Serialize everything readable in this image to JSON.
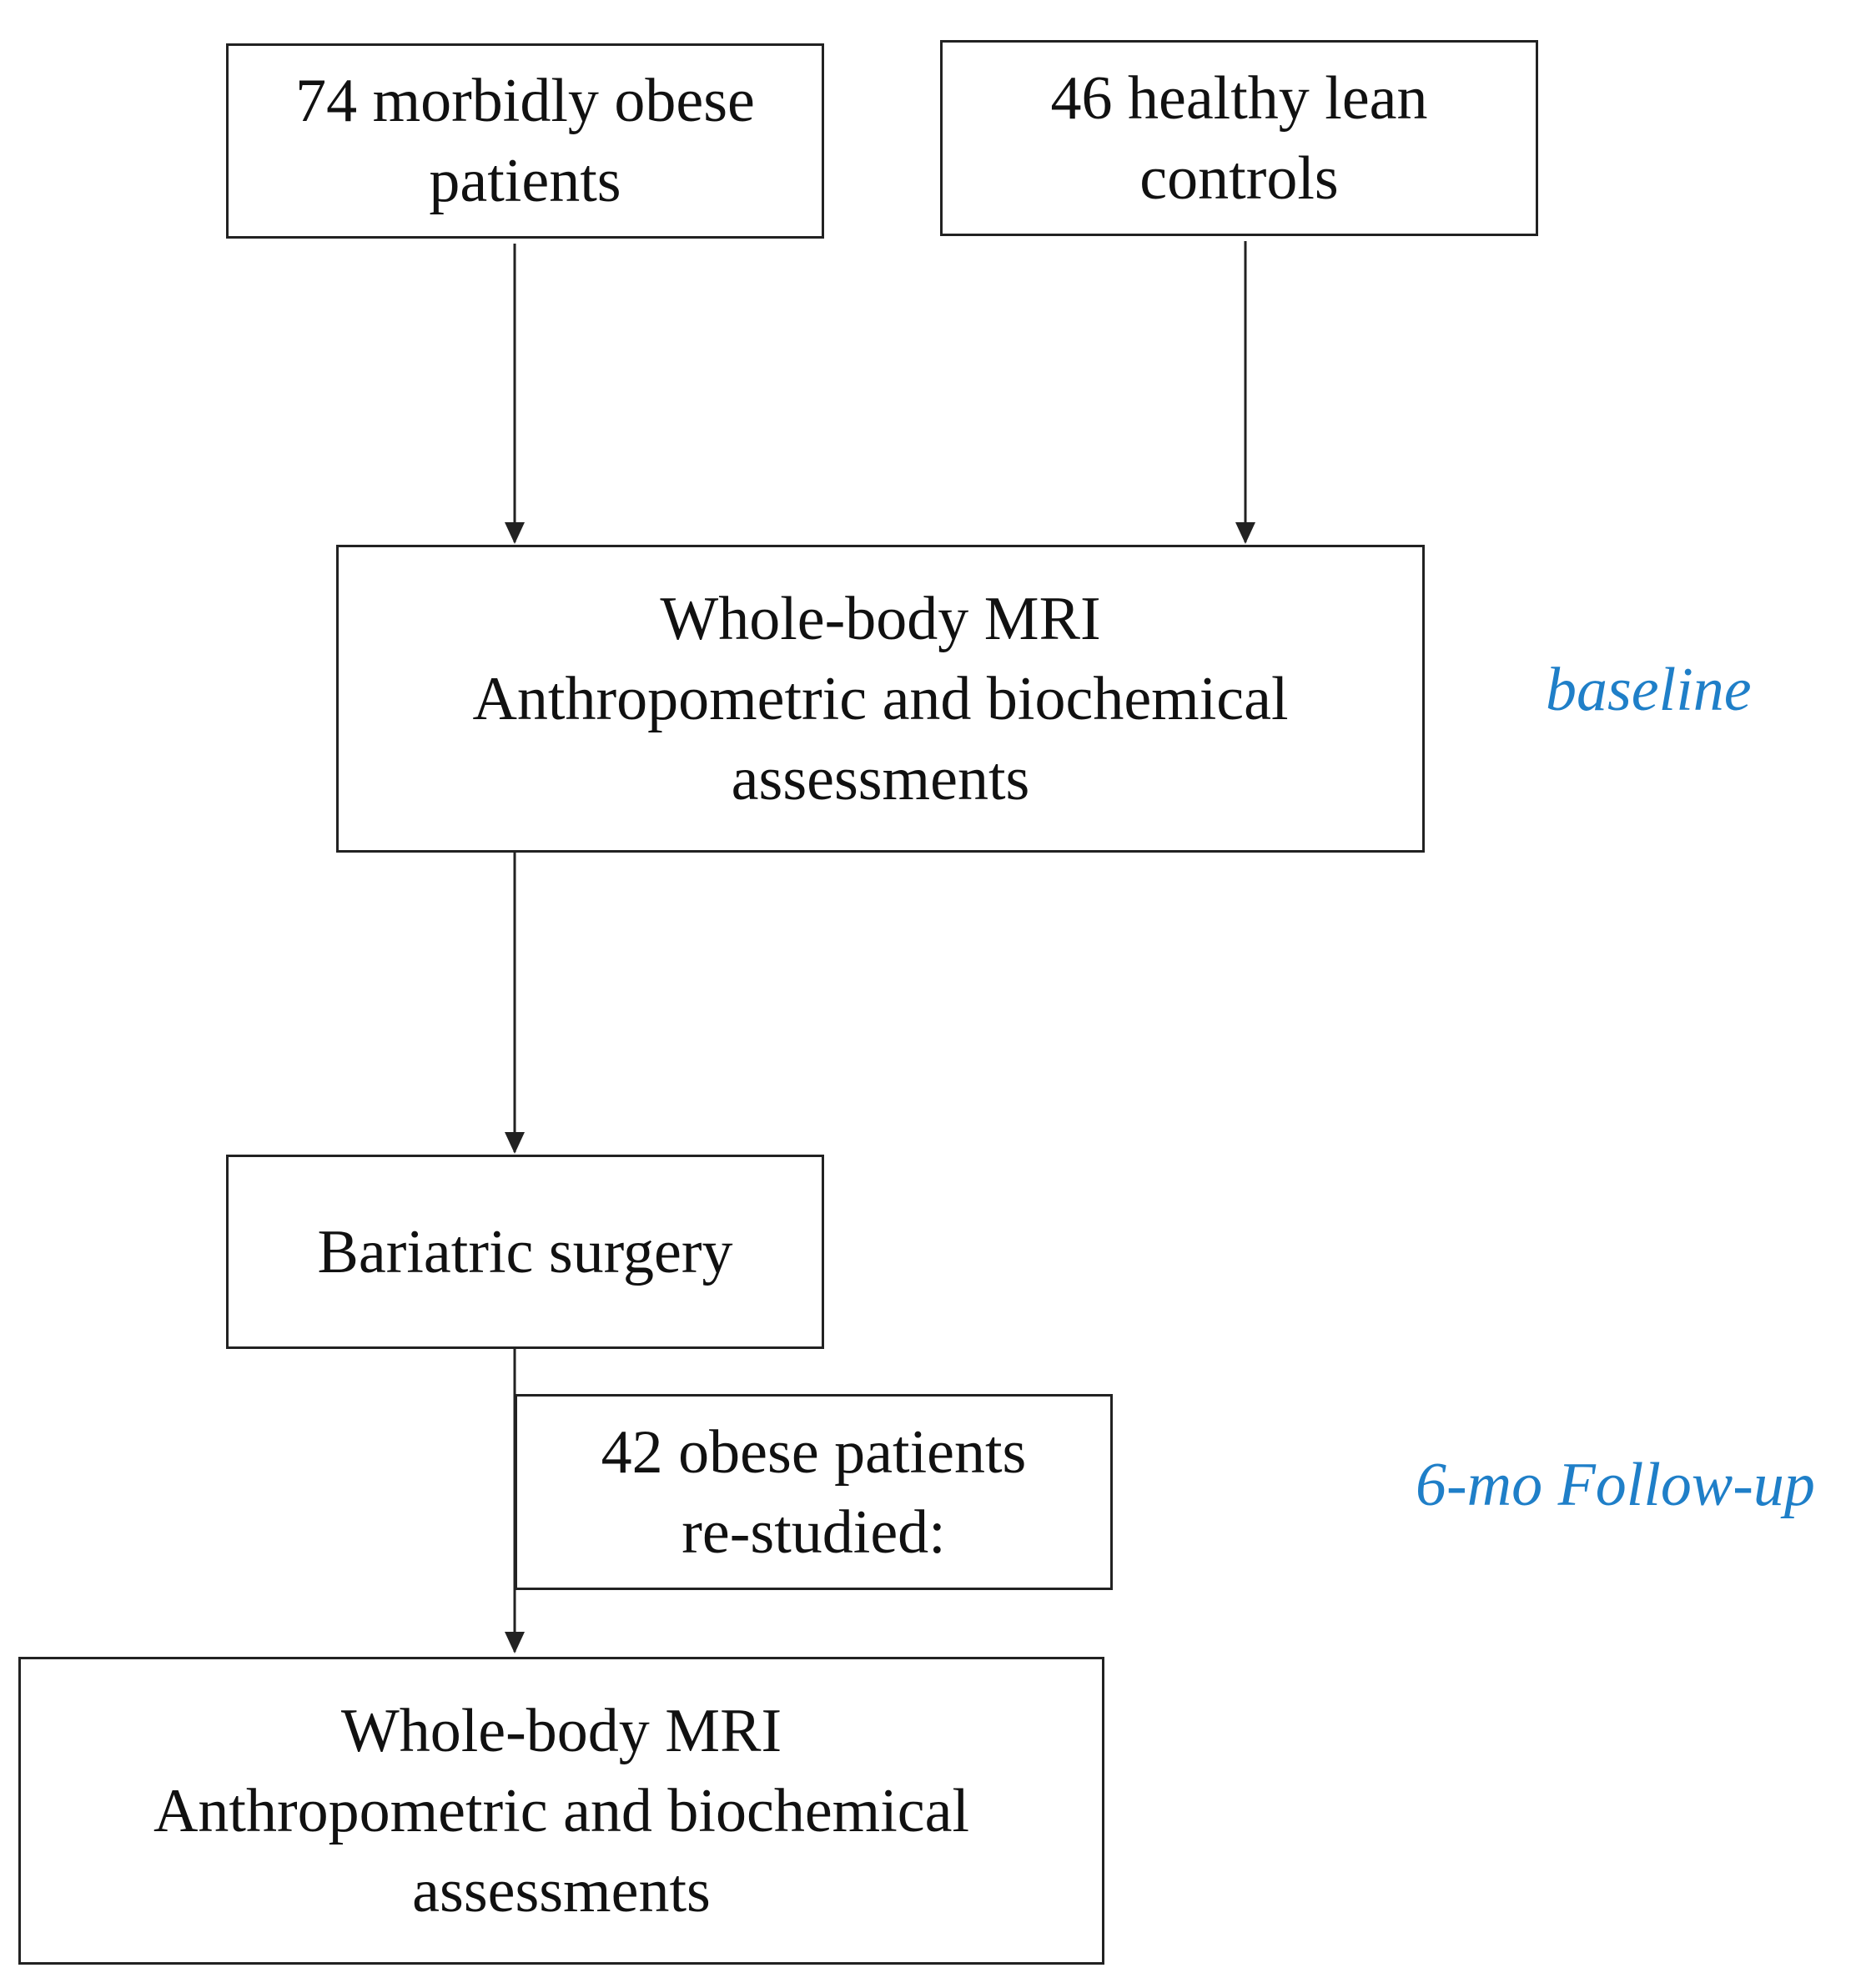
{
  "nodes": {
    "obese_patients": {
      "lines": [
        "74 morbidly  obese",
        "patients"
      ]
    },
    "lean_controls": {
      "lines": [
        "46 healthy lean",
        "controls"
      ]
    },
    "baseline_assessment": {
      "lines": [
        "Whole-body MRI",
        "Anthropometric and biochemical",
        "assessments"
      ]
    },
    "surgery": {
      "lines": [
        "Bariatric surgery"
      ]
    },
    "restudied": {
      "lines": [
        "42 obese patients",
        "re-studied:"
      ]
    },
    "followup_assessment": {
      "lines": [
        "Whole-body MRI",
        "Anthropometric and biochemical",
        "assessments"
      ]
    }
  },
  "phases": {
    "baseline": "baseline",
    "followup": "6-mo Follow-up"
  },
  "colors": {
    "phase_label": "#1f7fc8",
    "line": "#222222"
  }
}
